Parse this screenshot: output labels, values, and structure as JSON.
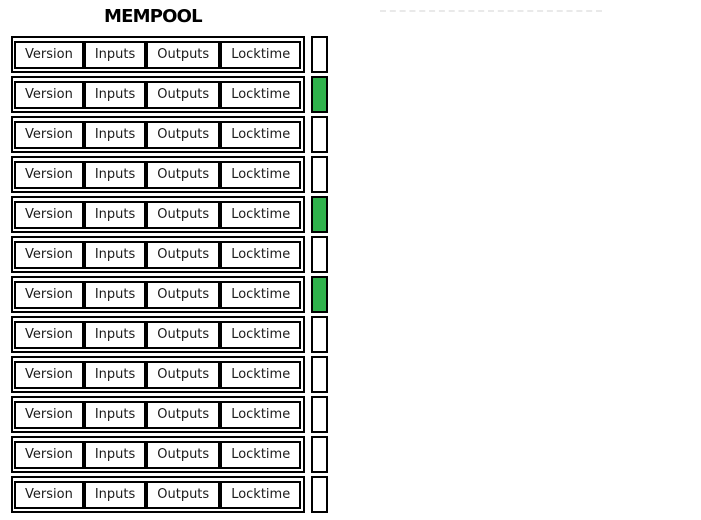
{
  "title": "MEMPOOL",
  "field_labels": [
    "Version",
    "Inputs",
    "Outputs",
    "Locktime"
  ],
  "transactions": [
    {
      "indicator": "white"
    },
    {
      "indicator": "green"
    },
    {
      "indicator": "white"
    },
    {
      "indicator": "white"
    },
    {
      "indicator": "green"
    },
    {
      "indicator": "white"
    },
    {
      "indicator": "green"
    },
    {
      "indicator": "white"
    },
    {
      "indicator": "white"
    },
    {
      "indicator": "white"
    },
    {
      "indicator": "white"
    },
    {
      "indicator": "white"
    }
  ],
  "status_colors": {
    "green": "#2fb24c",
    "white": "#ffffff"
  },
  "decor": {
    "dashed_line_color": "#e9e9e9",
    "border_color": "#000000"
  }
}
